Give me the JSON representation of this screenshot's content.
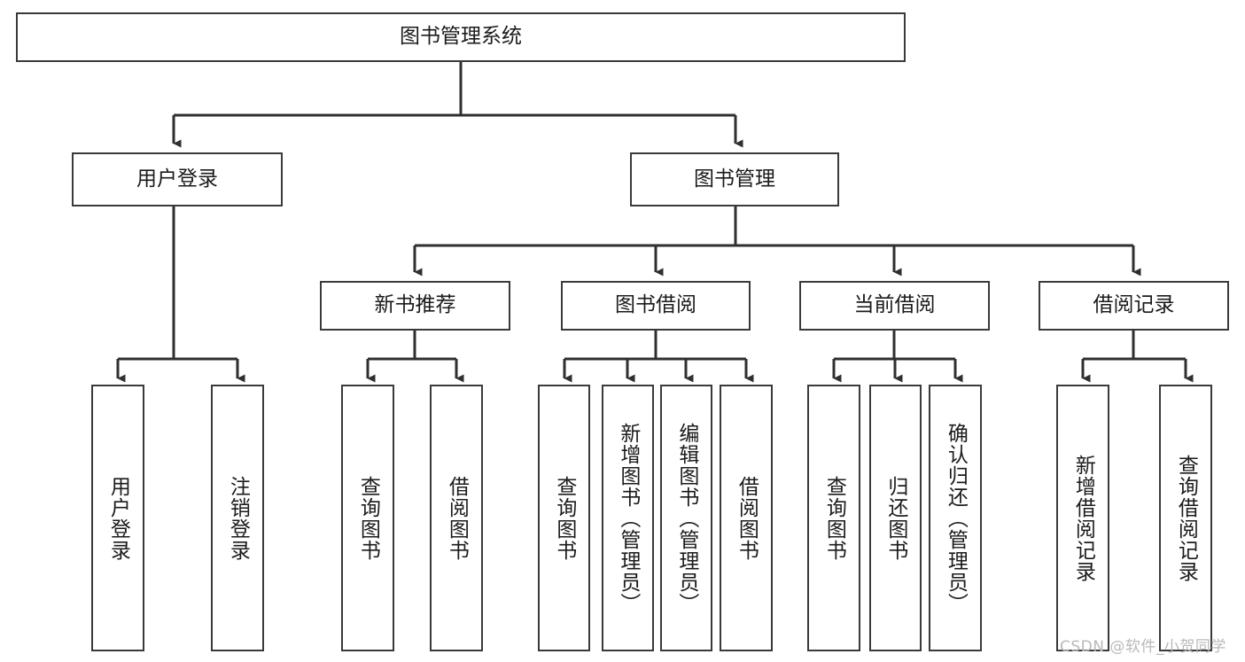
{
  "diagram": {
    "title": "图书管理系统",
    "type": "tree-hierarchy-chart",
    "orientation": "top-down",
    "colors": {
      "box_border": "#3a3a3a",
      "box_fill": "#ffffff",
      "edge": "#2f2f2f",
      "text": "#1b1b1b",
      "watermark": "#b9b9b9",
      "background": "#ffffff"
    },
    "root": {
      "id": "root",
      "label": "图书管理系统"
    },
    "level2": [
      {
        "id": "user-login",
        "label": "用户登录"
      },
      {
        "id": "book-manage",
        "label": "图书管理"
      }
    ],
    "level3": [
      {
        "id": "new-book-recommend",
        "label": "新书推荐",
        "parent": "book-manage"
      },
      {
        "id": "book-borrow",
        "label": "图书借阅",
        "parent": "book-manage"
      },
      {
        "id": "current-borrow",
        "label": "当前借阅",
        "parent": "book-manage"
      },
      {
        "id": "borrow-record",
        "label": "借阅记录",
        "parent": "book-manage"
      }
    ],
    "leaves": [
      {
        "id": "leaf-user-login",
        "label": "用户登录",
        "parent": "user-login"
      },
      {
        "id": "leaf-logout",
        "label": "注销登录",
        "parent": "user-login"
      },
      {
        "id": "leaf-query-book-1",
        "label": "查询图书",
        "parent": "new-book-recommend"
      },
      {
        "id": "leaf-borrow-book-1",
        "label": "借阅图书",
        "parent": "new-book-recommend"
      },
      {
        "id": "leaf-query-book-2",
        "label": "查询图书",
        "parent": "book-borrow"
      },
      {
        "id": "leaf-add-book",
        "label": "新增图书（管理员）",
        "parent": "book-borrow"
      },
      {
        "id": "leaf-edit-book",
        "label": "编辑图书（管理员）",
        "parent": "book-borrow"
      },
      {
        "id": "leaf-borrow-book-2",
        "label": "借阅图书",
        "parent": "book-borrow"
      },
      {
        "id": "leaf-query-book-3",
        "label": "查询图书",
        "parent": "current-borrow"
      },
      {
        "id": "leaf-return-book",
        "label": "归还图书",
        "parent": "current-borrow"
      },
      {
        "id": "leaf-confirm-return",
        "label": "确认归还（管理员）",
        "parent": "current-borrow"
      },
      {
        "id": "leaf-add-record",
        "label": "新增借阅记录",
        "parent": "borrow-record"
      },
      {
        "id": "leaf-query-record",
        "label": "查询借阅记录",
        "parent": "borrow-record"
      }
    ],
    "watermark": "CSDN @软件_小贺同学"
  }
}
